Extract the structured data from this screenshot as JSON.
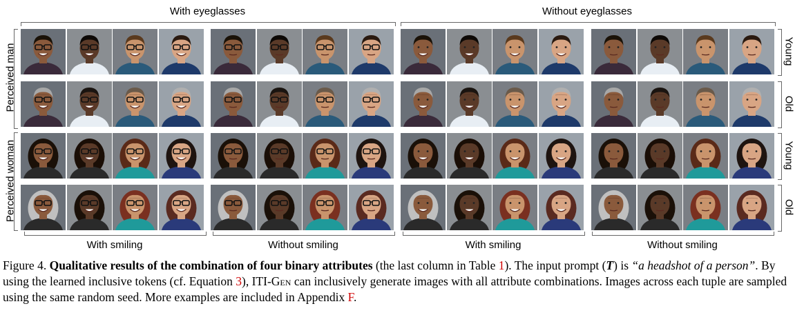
{
  "figure": {
    "top_labels": [
      "With eyeglasses",
      "Without eyeglasses"
    ],
    "bottom_labels": [
      "With smiling",
      "Without smiling",
      "With smiling",
      "Without smiling"
    ],
    "left_labels": [
      "Perceived man",
      "Perceived woman"
    ],
    "right_labels": [
      "Young",
      "Old",
      "Young",
      "Old"
    ],
    "rows": [
      {
        "gender": "man",
        "age": "young"
      },
      {
        "gender": "man",
        "age": "old"
      },
      {
        "gender": "woman",
        "age": "young"
      },
      {
        "gender": "woman",
        "age": "old"
      }
    ],
    "groups": [
      {
        "glasses": true,
        "smile": true
      },
      {
        "glasses": true,
        "smile": false
      },
      {
        "glasses": false,
        "smile": true
      },
      {
        "glasses": false,
        "smile": false
      }
    ],
    "colors": {
      "skin": [
        "#8a5a3c",
        "#5a3a28",
        "#c9946c",
        "#d8a584"
      ],
      "shirt": [
        "#3a2a3a",
        "#e8eef4",
        "#2a5a7a",
        "#1e3a6a"
      ],
      "woman_shirt": [
        "#2a2a2a",
        "#2a2a2a",
        "#1f9a9a",
        "#2a3a7a"
      ],
      "hair_young_man": [
        "#1a1208",
        "#0d0906",
        "#5a3a1e",
        "#2a1a10"
      ],
      "hair_old": [
        "#a8a8a8",
        "#1a1410",
        "#6a5a4a",
        "#b0b0b0"
      ],
      "hair_young_woman": [
        "#1a1008",
        "#1a0e06",
        "#5a2a18",
        "#1e1410"
      ],
      "hair_old_woman": [
        "#c0c0c0",
        "#1a1008",
        "#7a3020",
        "#5a2a20"
      ],
      "bg": [
        "#6a7078",
        "#8a8e92",
        "#7a7e84",
        "#9aa2aa"
      ]
    }
  },
  "caption": {
    "prefix": "Figure 4. ",
    "bold": "Qualitative results of the combination of four binary attributes",
    "part1": " (the last column in Table ",
    "ref_table": "1",
    "part2": "). The input prompt (",
    "prompt_symbol": "T",
    "part3": ") is ",
    "prompt_text": "“a headshot of a person”",
    "part4": ". By using the learned inclusive tokens (cf. Equation ",
    "ref_eq": "3",
    "part5": "), ITI-",
    "gen": "Gen",
    "part6": " can inclusively generate images with all attribute combinations. Images across each tuple are sampled using the same random seed. More examples are included in Appendix ",
    "ref_appendix": "F",
    "part7": "."
  }
}
